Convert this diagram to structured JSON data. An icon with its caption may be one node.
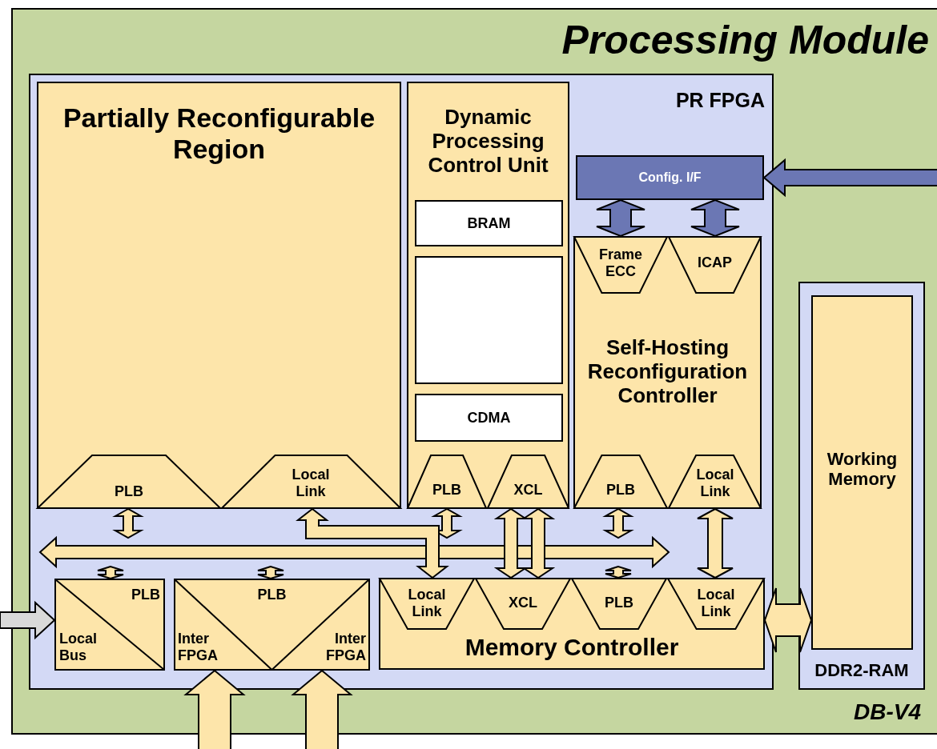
{
  "diagram": {
    "nodes": [
      {
        "text": [
          "Processing Module",
          "DB-V4"
        ]
      },
      {
        "text": [
          "PR FPGA"
        ],
        "in": 0
      },
      {
        "text": [
          "Partially Reconfigurable Region"
        ],
        "in": 1
      },
      {
        "text": [
          "PLB"
        ],
        "in": 2
      },
      {
        "text": [
          "Local Link"
        ],
        "in": 2
      },
      {
        "text": [
          "Dynamic Processing Control Unit"
        ],
        "in": 1
      },
      {
        "text": [
          "BRAM"
        ],
        "in": 5
      },
      {
        "text": [],
        "shape": "box",
        "in": 5
      },
      {
        "text": [
          "CDMA"
        ],
        "in": 5
      },
      {
        "text": [
          "PLB"
        ],
        "in": 5
      },
      {
        "text": [
          "XCL"
        ],
        "in": 5
      },
      {
        "text": [
          "Config. I/F"
        ],
        "in": 1
      },
      {
        "text": [
          "Self-Hosting Reconfiguration Controller"
        ],
        "in": 1
      },
      {
        "text": [
          "Frame ECC"
        ],
        "in": 12
      },
      {
        "text": [
          "ICAP"
        ],
        "in": 12
      },
      {
        "text": [
          "PLB"
        ],
        "in": 12
      },
      {
        "text": [
          "Local Link"
        ],
        "in": 12
      },
      {
        "text": [],
        "shape": "bar",
        "in": 1
      },
      {
        "text": [
          "PLB",
          "Local Bus"
        ],
        "in": 1
      },
      {
        "text": [
          "PLB",
          "Inter FPGA",
          "Inter FPGA"
        ],
        "in": 1
      },
      {
        "text": [
          "Memory Controller"
        ],
        "in": 1
      },
      {
        "text": [
          "Local Link"
        ],
        "in": 20
      },
      {
        "text": [
          "XCL"
        ],
        "in": 20
      },
      {
        "text": [
          "PLB"
        ],
        "in": 20
      },
      {
        "text": [
          "Local Link"
        ],
        "in": 20
      },
      {
        "text": [
          "DDR2-RAM"
        ],
        "in": 0
      },
      {
        "text": [
          "Working Memory"
        ],
        "in": 25
      }
    ],
    "edges": [
      {
        "from": null,
        "to": 11,
        "arrow": "to",
        "color": "#6b77b4"
      },
      {
        "from": 11,
        "to": 13,
        "arrow": "both",
        "color": "#6b77b4"
      },
      {
        "from": 11,
        "to": 14,
        "arrow": "both",
        "color": "#6b77b4"
      },
      {
        "from": 3,
        "to": 17,
        "arrow": "both"
      },
      {
        "from": 9,
        "to": 17,
        "arrow": "both"
      },
      {
        "from": 15,
        "to": 17,
        "arrow": "both"
      },
      {
        "from": 17,
        "to": 18,
        "arrow": "both"
      },
      {
        "from": 17,
        "to": 19,
        "arrow": "both"
      },
      {
        "from": 17,
        "to": 23,
        "arrow": "both"
      },
      {
        "from": 4,
        "to": 21,
        "arrow": "both"
      },
      {
        "from": 10,
        "to": 22,
        "arrow": "both"
      },
      {
        "from": 10,
        "to": 22,
        "arrow": "both"
      },
      {
        "from": 16,
        "to": 24,
        "arrow": "both"
      },
      {
        "from": 20,
        "to": 26,
        "arrow": "both"
      },
      {
        "from": null,
        "to": 18,
        "arrow": "to",
        "color": "#d9d9d9"
      },
      {
        "from": null,
        "to": 19,
        "arrow": "to"
      },
      {
        "from": null,
        "to": 19,
        "arrow": "to"
      }
    ]
  }
}
